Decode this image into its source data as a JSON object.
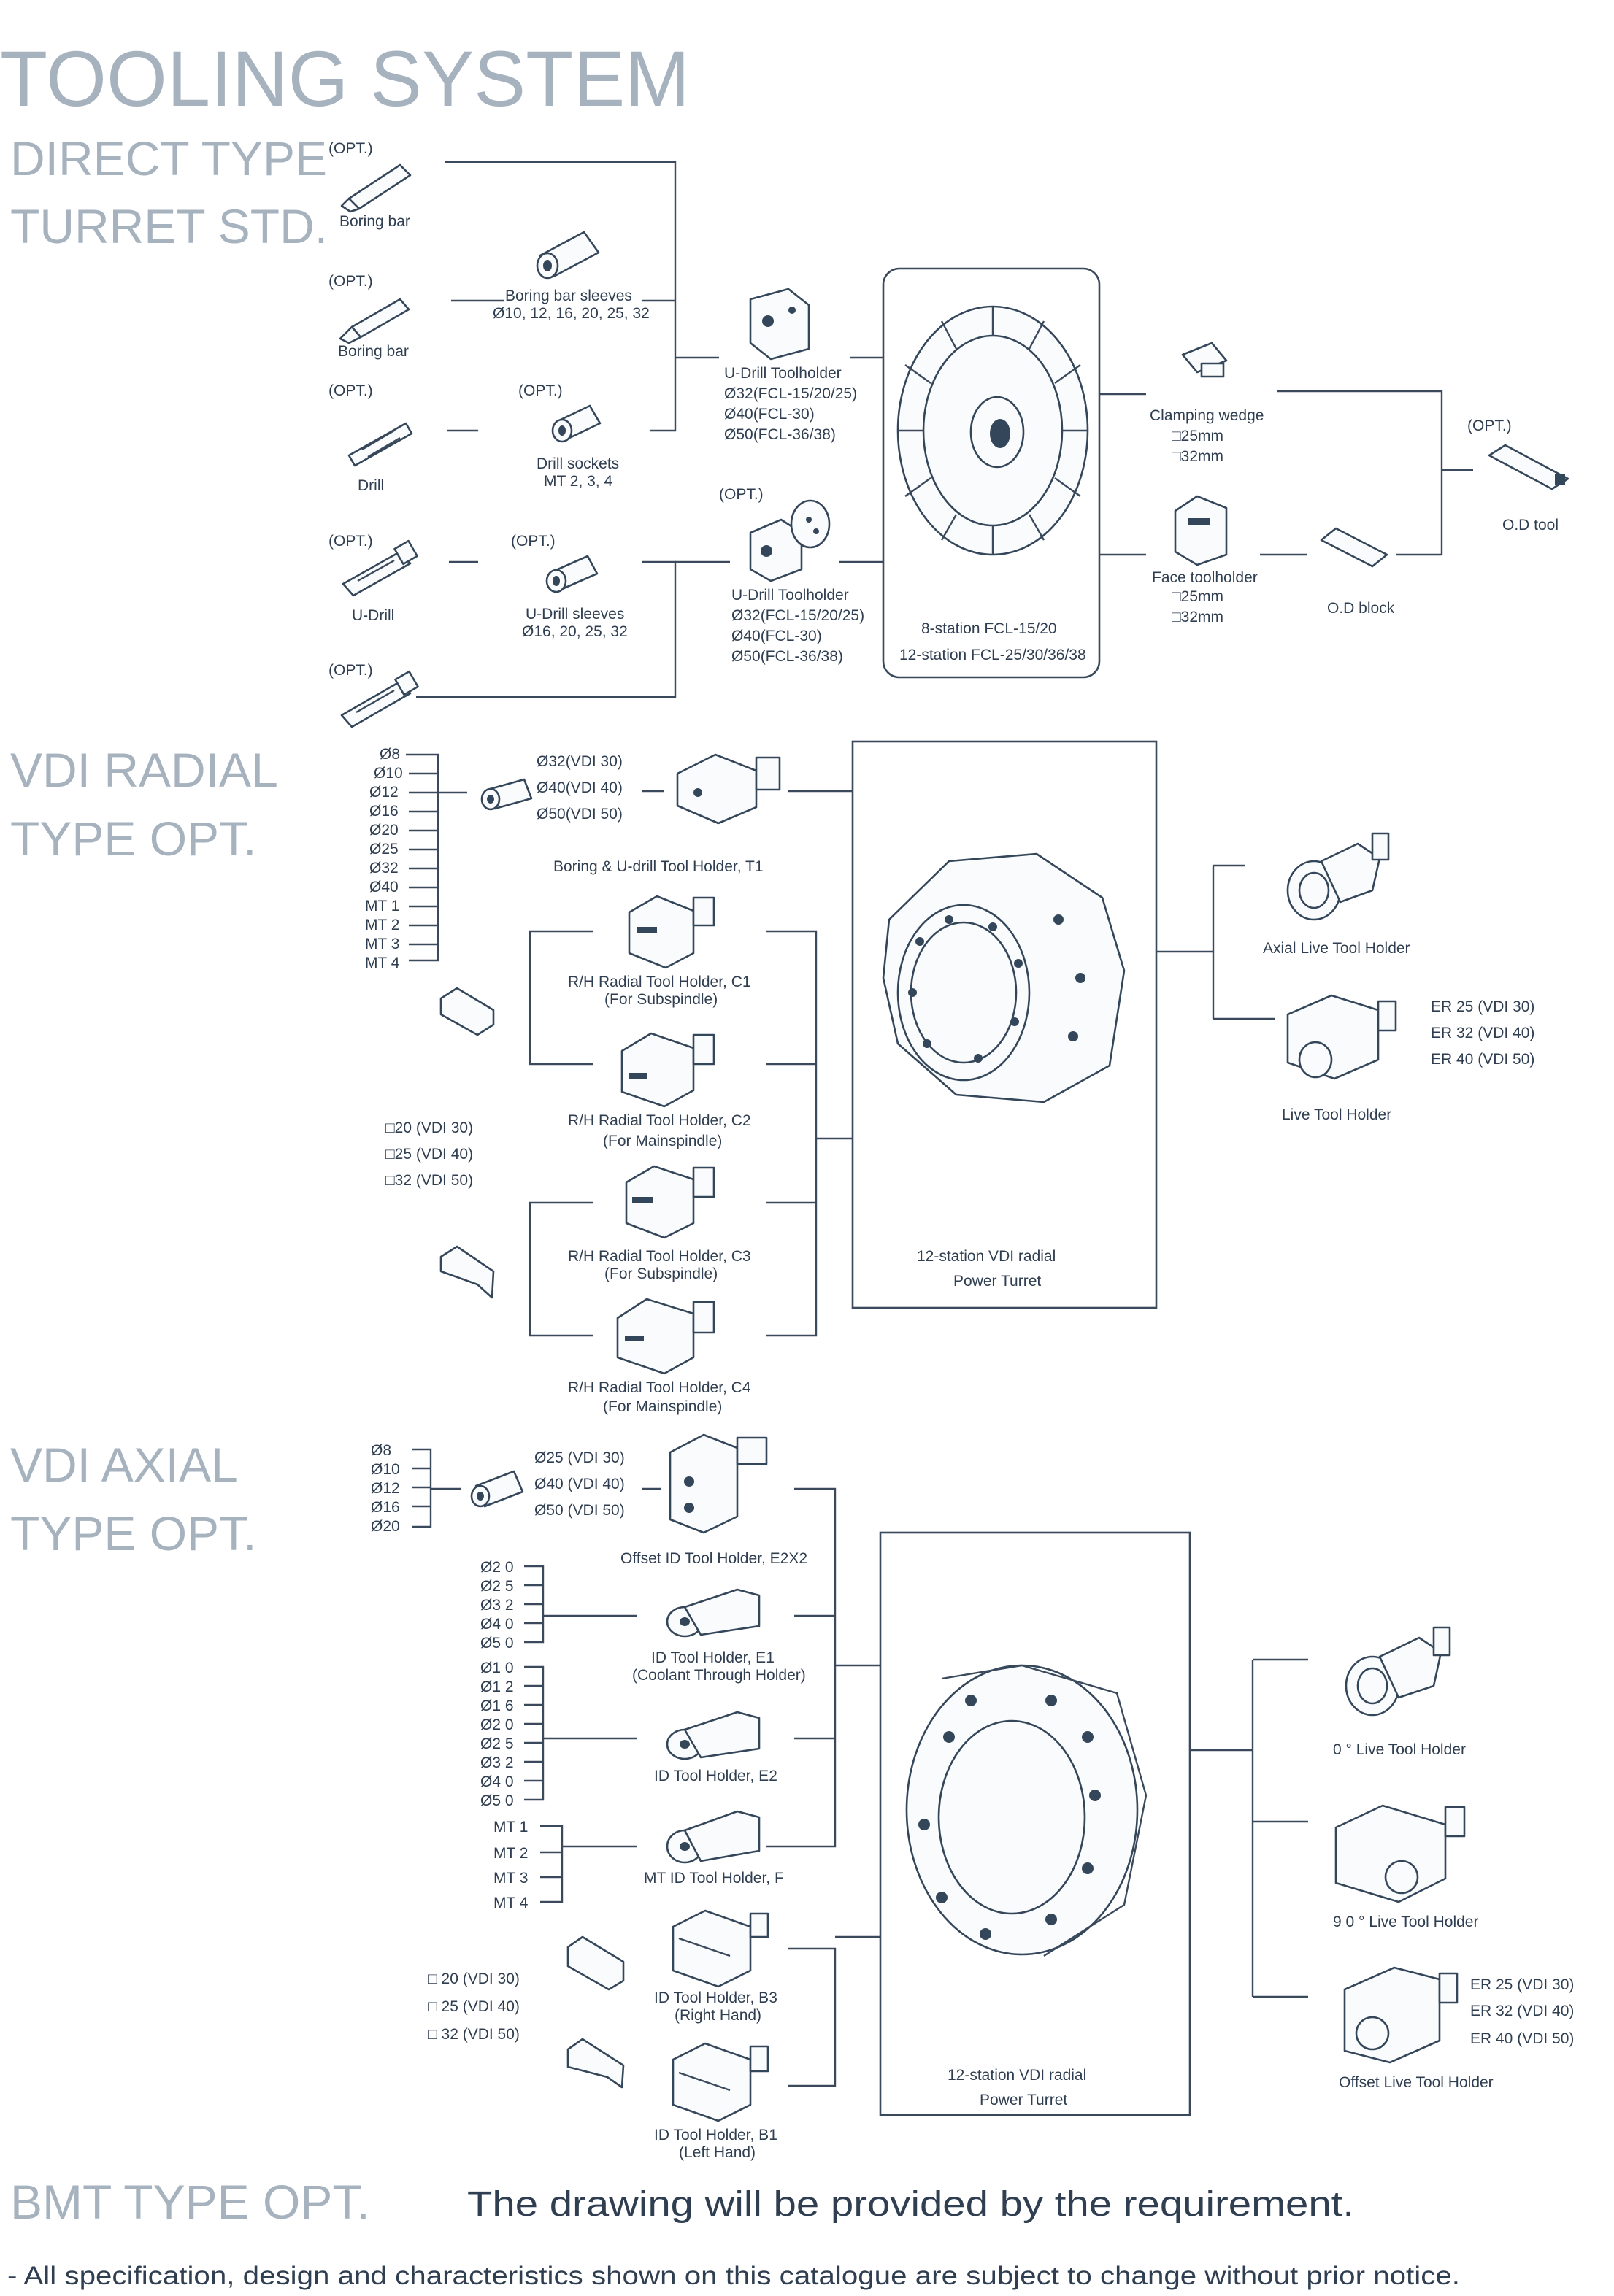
{
  "title": "TOOLING SYSTEM",
  "sections": {
    "direct": {
      "line1": "DIRECT TYPE",
      "line2": "TURRET STD."
    },
    "vdi_radial": {
      "line1": "VDI RADIAL",
      "line2": "TYPE OPT."
    },
    "vdi_axial": {
      "line1": "VDI AXIAL",
      "line2": "TYPE OPT."
    },
    "bmt": {
      "line1": "BMT TYPE OPT.",
      "note": "The drawing will be provided by the requirement."
    }
  },
  "footer": "- All specification,   design and characteristics shown on this catalogue are subject to change without prior notice.",
  "direct": {
    "opt": "(OPT.)",
    "boring_bar": "Boring bar",
    "boring_bar2": "Boring bar",
    "drill": "Drill",
    "u_drill": "U-Drill",
    "bb_sleeves": [
      "Boring bar sleeves",
      "Ø10, 12, 16, 20, 25, 32"
    ],
    "drill_sockets": [
      "Drill sockets",
      "MT 2, 3, 4"
    ],
    "ud_sleeves": [
      "U-Drill sleeves",
      "Ø16, 20, 25, 32"
    ],
    "udh1": [
      "U-Drill Toolholder",
      "Ø32(FCL-15/20/25)",
      "Ø40(FCL-30)",
      "Ø50(FCL-36/38)"
    ],
    "udh2": [
      "U-Drill Toolholder",
      "Ø32(FCL-15/20/25)",
      "Ø40(FCL-30)",
      "Ø50(FCL-36/38)"
    ],
    "turret": [
      "8-station FCL-15/20",
      "12-station FCL-25/30/36/38"
    ],
    "clamp": [
      "Clamping wedge",
      "□25mm",
      "□32mm"
    ],
    "face": [
      "Face toolholder",
      "□25mm",
      "□32mm"
    ],
    "od_block": "O.D block",
    "od_tool": "O.D tool"
  },
  "radial": {
    "diam_list": [
      "Ø8",
      "Ø10",
      "Ø12",
      "Ø16",
      "Ø20",
      "Ø25",
      "Ø32",
      "Ø40",
      "MT 1",
      "MT 2",
      "MT 3",
      "MT 4"
    ],
    "bore_sizes": [
      "Ø32(VDI 30)",
      "Ø40(VDI 40)",
      "Ø50(VDI 50)"
    ],
    "t1": "Boring & U-drill Tool Holder,  T1",
    "c1": [
      "R/H Radial Tool Holder,  C1",
      "(For Subspindle)"
    ],
    "c2": [
      "R/H Radial Tool Holder,  C2",
      "(For Mainspindle)"
    ],
    "c3": [
      "R/H Radial Tool Holder,  C3",
      "(For Subspindle)"
    ],
    "c4": [
      "R/H Radial Tool Holder,  C4",
      "(For Mainspindle)"
    ],
    "squares": [
      "□20 (VDI 30)",
      "□25 (VDI 40)",
      "□32 (VDI 50)"
    ],
    "turret": [
      "12-station VDI radial",
      "Power Turret"
    ],
    "axial_live": "Axial Live Tool Holder",
    "live": "Live Tool Holder",
    "er": [
      "ER 25 (VDI 30)",
      "ER 32 (VDI 40)",
      "ER 40 (VDI 50)"
    ]
  },
  "axial": {
    "diam_top": [
      "Ø8",
      "Ø10",
      "Ø12",
      "Ø16",
      "Ø20"
    ],
    "bore_sizes": [
      "Ø25 (VDI 30)",
      "Ø40 (VDI 40)",
      "Ø50 (VDI 50)"
    ],
    "e2x2": "Offset ID Tool Holder,  E2X2",
    "list_e1": [
      "Ø2 0",
      "Ø2 5",
      "Ø3 2",
      "Ø4 0",
      "Ø5 0"
    ],
    "e1": [
      "ID Tool Holder,  E1",
      "(Coolant Through Holder)"
    ],
    "list_e2": [
      "Ø1 0",
      "Ø1 2",
      "Ø1 6",
      "Ø2 0",
      "Ø2 5",
      "Ø3 2",
      "Ø4 0",
      "Ø5 0"
    ],
    "e2": "ID Tool Holder,  E2",
    "list_f": [
      "MT 1",
      "MT 2",
      "MT 3",
      "MT 4"
    ],
    "f": "MT ID Tool Holder,  F",
    "squares": [
      "□ 20  (VDI 30)",
      "□ 25  (VDI 40)",
      "□ 32  (VDI 50)"
    ],
    "b3": [
      "ID Tool Holder, B3",
      "(Right Hand)"
    ],
    "b1": [
      "ID Tool Holder, B1",
      "(Left Hand)"
    ],
    "turret": [
      "12-station VDI radial",
      "Power Turret"
    ],
    "live0": "0 °  Live Tool Holder",
    "live90": "9 0 °  Live Tool Holder",
    "offset_live": "Offset Live Tool Holder",
    "er": [
      "ER 25 (VDI 30)",
      "ER 32 (VDI 40)",
      "ER 40 (VDI 50)"
    ]
  }
}
